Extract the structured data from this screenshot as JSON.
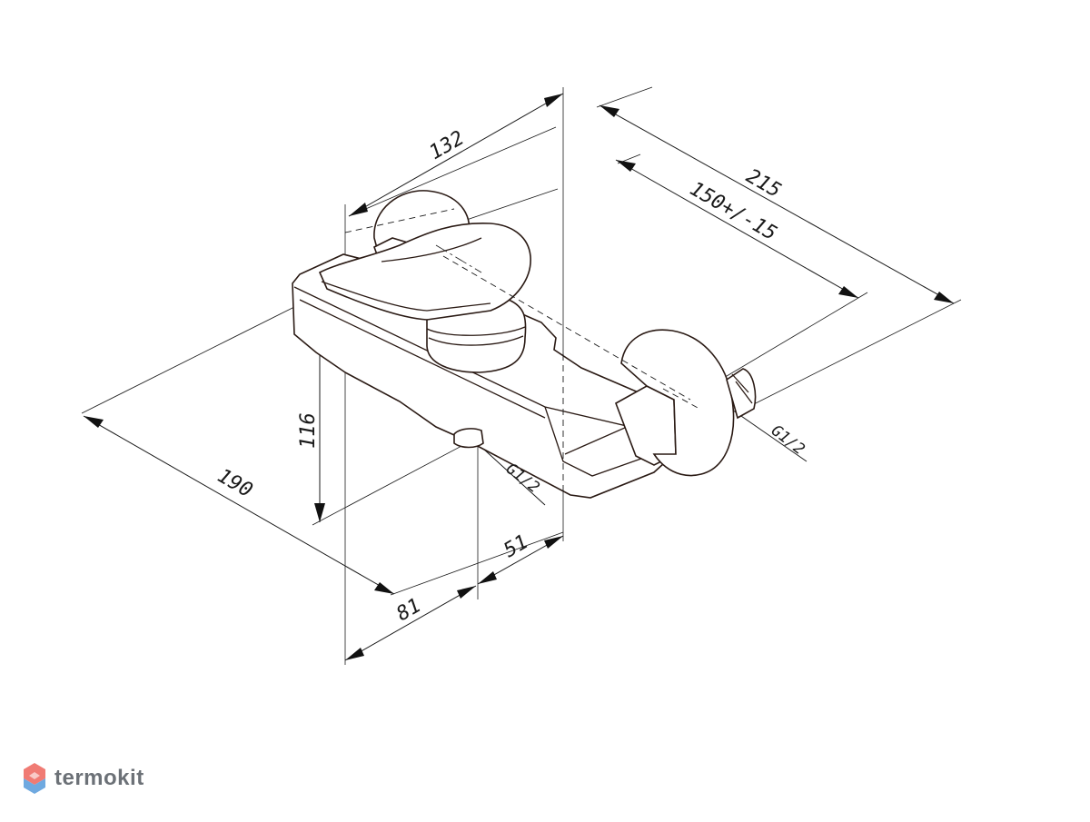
{
  "dimensions": {
    "d132": "132",
    "d215": "215",
    "d150": "150+/-15",
    "d116": "116",
    "d190": "190",
    "d51": "51",
    "d81": "81"
  },
  "threads": {
    "inlet_bottom": "G1/2",
    "inlet_right": "G1/2"
  },
  "brand": {
    "name": "termokit",
    "colors": {
      "top": "#f07b74",
      "bottom": "#6fa9e0",
      "text": "#6c7177"
    }
  }
}
